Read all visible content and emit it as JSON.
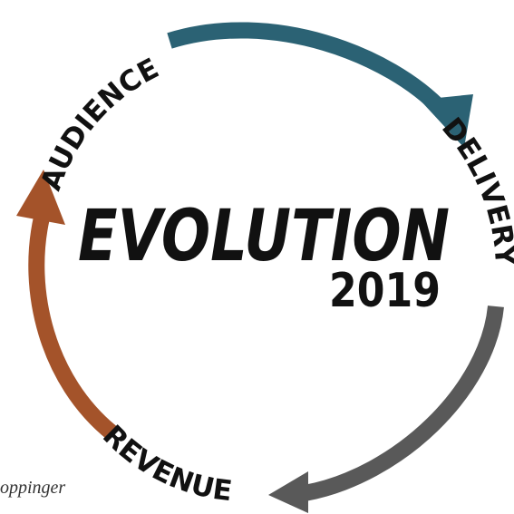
{
  "title": {
    "main": "EVOLUTION",
    "year": "2019"
  },
  "cycle": [
    {
      "label": "AUDIENCE",
      "color": "#2B6274"
    },
    {
      "label": "DELIVERY",
      "color": "#595959"
    },
    {
      "label": "REVENUE",
      "color": "#A4532A"
    }
  ],
  "credit": "oppinger",
  "colors": {
    "text": "#111111",
    "background": "#ffffff"
  }
}
